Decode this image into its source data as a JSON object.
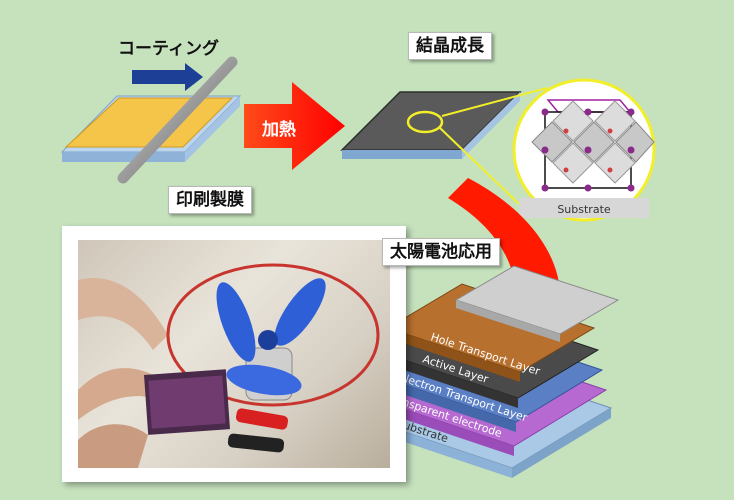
{
  "labels": {
    "coating": "コーティング",
    "printing": "印刷製膜",
    "heating": "加熱",
    "crystal_growth": "結晶成長",
    "solar_application": "太陽電池応用"
  },
  "crystal": {
    "substrate": "Substrate"
  },
  "layers": [
    {
      "name": "Hole Transport Layer",
      "color": "#b8702e"
    },
    {
      "name": "Active Layer",
      "color": "#4a4a4a"
    },
    {
      "name": "Electron Transport Layer",
      "color": "#5a7fc4"
    },
    {
      "name": "Transparent electrode",
      "color": "#b569d1"
    },
    {
      "name": "Substrate",
      "color": "#a9c9e6"
    }
  ],
  "colors": {
    "background": "#c5e2bd",
    "film": "#f5c54a",
    "substrate": "#bcd6f0",
    "crystal_film": "#555555",
    "heat_arrow": "#ff1a00",
    "coating_arrow": "#1e3f96",
    "highlight": "#f2ef2a"
  }
}
